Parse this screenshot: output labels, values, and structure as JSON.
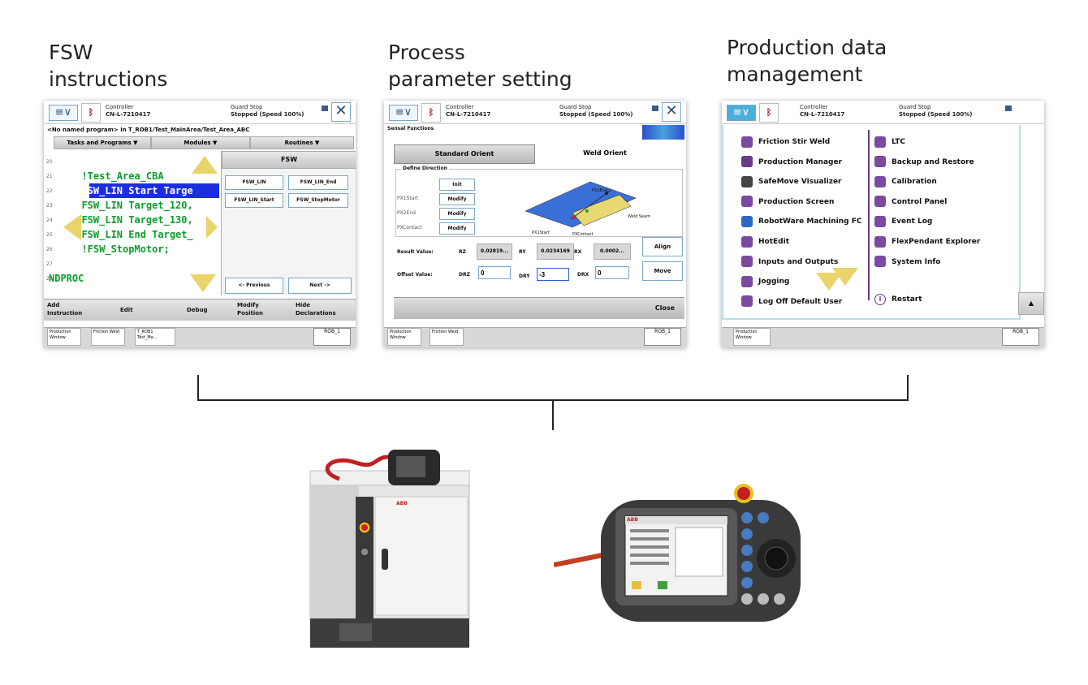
{
  "titles": {
    "fsw": "FSW\ninstructions",
    "process": "Process\nparameter setting",
    "production": "Production data\nmanagement"
  },
  "header": {
    "controller": "CN-L-7210417",
    "status": "Stopped (Speed 100%)"
  },
  "fsw_panel": {
    "program_path": "<No named program> in T_ROB1/Test_MainArea/Test_Area_ABC",
    "tabs": [
      "Tasks and Programs",
      "Modules",
      "Routines"
    ],
    "code_lines": [
      {
        "num": "20",
        "text": ""
      },
      {
        "num": "21",
        "text": "  !Test_Area_CBA"
      },
      {
        "num": "22",
        "text": "  FSW_LIN Start Targe"
      },
      {
        "num": "23",
        "text": "  FSW_LIN Target_120,"
      },
      {
        "num": "24",
        "text": "  FSW_LIN Target_130,"
      },
      {
        "num": "25",
        "text": "  FSW_LIN End Target_"
      },
      {
        "num": "26",
        "text": "  !FSW_StopMotor;"
      },
      {
        "num": "27",
        "text": ""
      },
      {
        "num": "28",
        "text": "NDPROC"
      }
    ],
    "list_header": "FSW",
    "list_items": [
      "FSW_LIN",
      "FSW_LIN_End",
      "FSW_LIN_Start",
      "FSW_StopMotor"
    ],
    "prev": "<- Previous",
    "next": "Next ->",
    "bottom_buttons": [
      "Add Instruction",
      "Edit",
      "Debug",
      "Modify Position",
      "Hide Declarations"
    ],
    "tasks": [
      "Production Window",
      "Friction Weld",
      "T_ROB1 Test_Ma..."
    ],
    "rob": "ROB_1"
  },
  "process_panel": {
    "subtitle": "Sensal Functions",
    "tab_standard": "Standard Orient",
    "tab_weld": "Weld Orient",
    "group_label": "Define Direction",
    "init": "Init",
    "rows": [
      {
        "label": "PX1Start",
        "button": "Modify"
      },
      {
        "label": "PX2End",
        "button": "Modify"
      },
      {
        "label": "PXContact",
        "button": "Modify"
      }
    ],
    "diagram_labels": {
      "p1": "PX1Start",
      "p2": "PXContact",
      "p3": "PX2End",
      "seam": "Weld Seam"
    },
    "result_label": "Result Value:",
    "result_values": [
      {
        "name": "RZ",
        "value": "0.02819..."
      },
      {
        "name": "RY",
        "value": "0.0234169"
      },
      {
        "name": "RX",
        "value": "0.0002..."
      }
    ],
    "offset_label": "Offset Value:",
    "offset_values": [
      {
        "name": "DRZ",
        "value": "0"
      },
      {
        "name": "DRY",
        "value": "-3"
      },
      {
        "name": "DRX",
        "value": "0"
      }
    ],
    "align": "Align",
    "move": "Move",
    "close": "Close",
    "tasks": [
      "Production Window",
      "Friction Weld"
    ],
    "rob": "ROB_1"
  },
  "production_panel": {
    "left_items": [
      {
        "label": "Friction Stir Weld",
        "icon": "weld-icon",
        "color": "#7b4aa0"
      },
      {
        "label": "Production Manager",
        "icon": "manager-icon",
        "color": "#6a3a8a"
      },
      {
        "label": "SafeMove Visualizer",
        "icon": "safemove-icon",
        "color": "#444444"
      },
      {
        "label": "Production Screen",
        "icon": "screen-icon",
        "color": "#7b4aa0"
      },
      {
        "label": "RobotWare Machining FC",
        "icon": "machining-icon",
        "color": "#2a6bc0"
      },
      {
        "label": "HotEdit",
        "icon": "hotedit-icon",
        "color": "#7b4aa0"
      },
      {
        "label": "Inputs and Outputs",
        "icon": "io-icon",
        "color": "#7b4aa0"
      },
      {
        "label": "Jogging",
        "icon": "jogging-icon",
        "color": "#7b4aa0"
      },
      {
        "label": "Log Off Default User",
        "icon": "key-icon",
        "color": "#7b4aa0"
      }
    ],
    "right_items": [
      {
        "label": "LTC",
        "icon": "ltc-icon",
        "color": "#7b4aa0"
      },
      {
        "label": "Backup and Restore",
        "icon": "backup-icon",
        "color": "#7b4aa0"
      },
      {
        "label": "Calibration",
        "icon": "calibration-icon",
        "color": "#7b4aa0"
      },
      {
        "label": "Control Panel",
        "icon": "control-panel-icon",
        "color": "#7b4aa0"
      },
      {
        "label": "Event Log",
        "icon": "event-log-icon",
        "color": "#7b4aa0"
      },
      {
        "label": "FlexPendant Explorer",
        "icon": "explorer-icon",
        "color": "#7b4aa0"
      },
      {
        "label": "System Info",
        "icon": "system-info-icon",
        "color": "#7b4aa0"
      }
    ],
    "restart": "Restart",
    "tasks": [
      "Production Window"
    ],
    "rob": "ROB_1"
  },
  "hardware": {
    "brand_label": "ABB",
    "pendant_logo": "ABB"
  },
  "colors": {
    "menu_border": "#7aa6c8",
    "code_green": "#0a9e2a",
    "highlight_blue": "#1a2ee0",
    "arrow_yellow": "#e8d46a",
    "panel_accent": "#b8e0ea"
  }
}
